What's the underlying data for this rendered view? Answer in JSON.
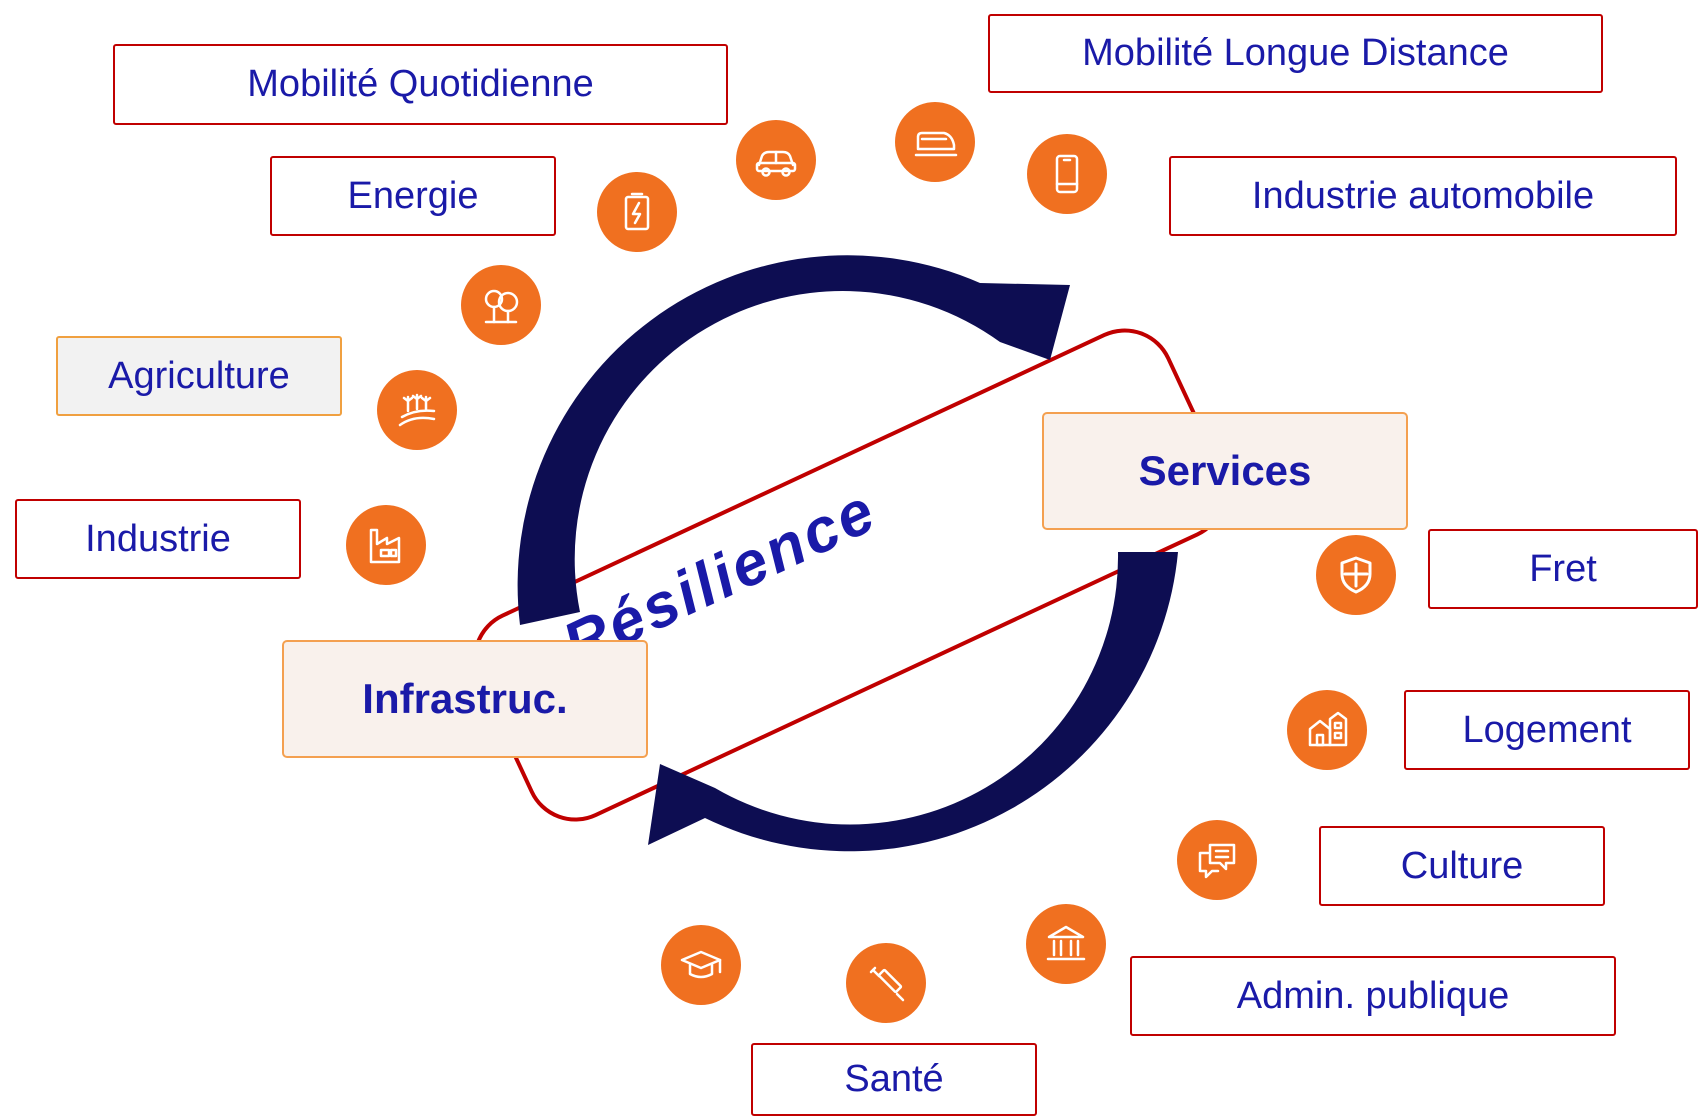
{
  "center_label": "Résilience",
  "nodes": {
    "infrastructure": "Infrastruc.",
    "services": "Services"
  },
  "sectors": {
    "mobilite_quotidienne": "Mobilité Quotidienne",
    "mobilite_longue_distance": "Mobilité Longue Distance",
    "energie": "Energie",
    "industrie_automobile": "Industrie automobile",
    "agriculture": "Agriculture",
    "industrie": "Industrie",
    "fret": "Fret",
    "logement": "Logement",
    "culture": "Culture",
    "admin_publique": "Admin. publique",
    "sante": "Santé"
  },
  "icons": [
    "car-icon",
    "train-icon",
    "smartphone-icon",
    "battery-icon",
    "trees-icon",
    "crops-icon",
    "factory-icon",
    "shield-icon",
    "house-icon",
    "speech-bubble-icon",
    "government-building-icon",
    "syringe-icon",
    "graduation-cap-icon"
  ],
  "colors": {
    "text": "#1a1aa8",
    "arrow": "#0d0d52",
    "sector_border": "#c00000",
    "node_border": "#f4a050",
    "icon_fill": "#f07020"
  }
}
